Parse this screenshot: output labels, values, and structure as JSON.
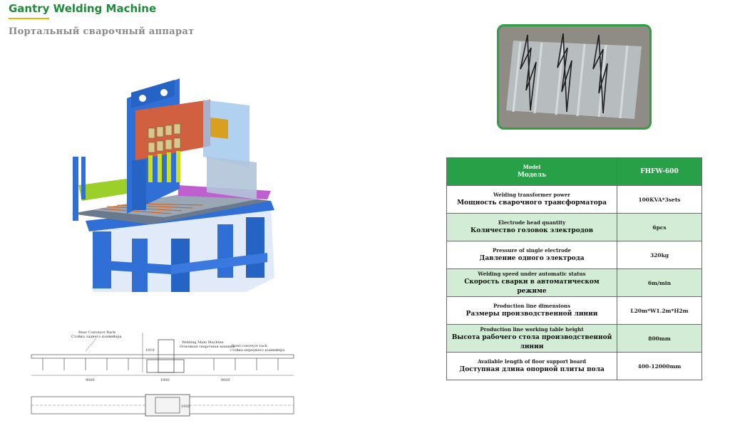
{
  "header": {
    "title_en": "Gantry Welding Machine",
    "title_ru": "Портальный сварочный аппарат"
  },
  "drawing": {
    "rear_rack_en": "Rear Conveyor Rack",
    "rear_rack_ru": "Стойка заднего конвейера",
    "main_machine_en": "Welding Main Machine",
    "main_machine_ru": "Основная сварочная машина",
    "front_rack_en": "front conveyor rack",
    "front_rack_ru": "стойка переднего конвейера",
    "dim_left": "9000",
    "dim_mid": "1900",
    "dim_right": "9000",
    "dim_height": "1810",
    "dim_width": "1950"
  },
  "spec_table": {
    "header": {
      "label_en": "Model",
      "label_ru": "Модель",
      "value": "FHFW-600"
    },
    "rows": [
      {
        "en": "Welding transformer power",
        "ru": "Мощность сварочного трансформатора",
        "value": "100KVA*3sets"
      },
      {
        "en": "Electrode head quantity",
        "ru": "Количество головок электродов",
        "value": "6pcs"
      },
      {
        "en": "Pressure of single electrode",
        "ru": "Давление одного электрода",
        "value": "320kg"
      },
      {
        "en": "Welding speed under automatic status",
        "ru": "Скорость сварки в автоматическом режиме",
        "value": "6m/min"
      },
      {
        "en": "Production line dimensions",
        "ru": "Размеры производственной линии",
        "value": "L20m*W1.2m*H2m"
      },
      {
        "en": "Production line working table height",
        "ru": "Высота рабочего стола производственной линии",
        "value": "800mm"
      },
      {
        "en": "Available length of floor support board",
        "ru": "Доступная длина опорной плиты пола",
        "value": "400-12000mm"
      }
    ]
  },
  "colors": {
    "brand_green": "#28a047",
    "title_green": "#1f8a3a",
    "accent_yellow": "#e8b400",
    "row_shade": "#d2ecd6",
    "machine_blue": "#2f6fd6"
  }
}
